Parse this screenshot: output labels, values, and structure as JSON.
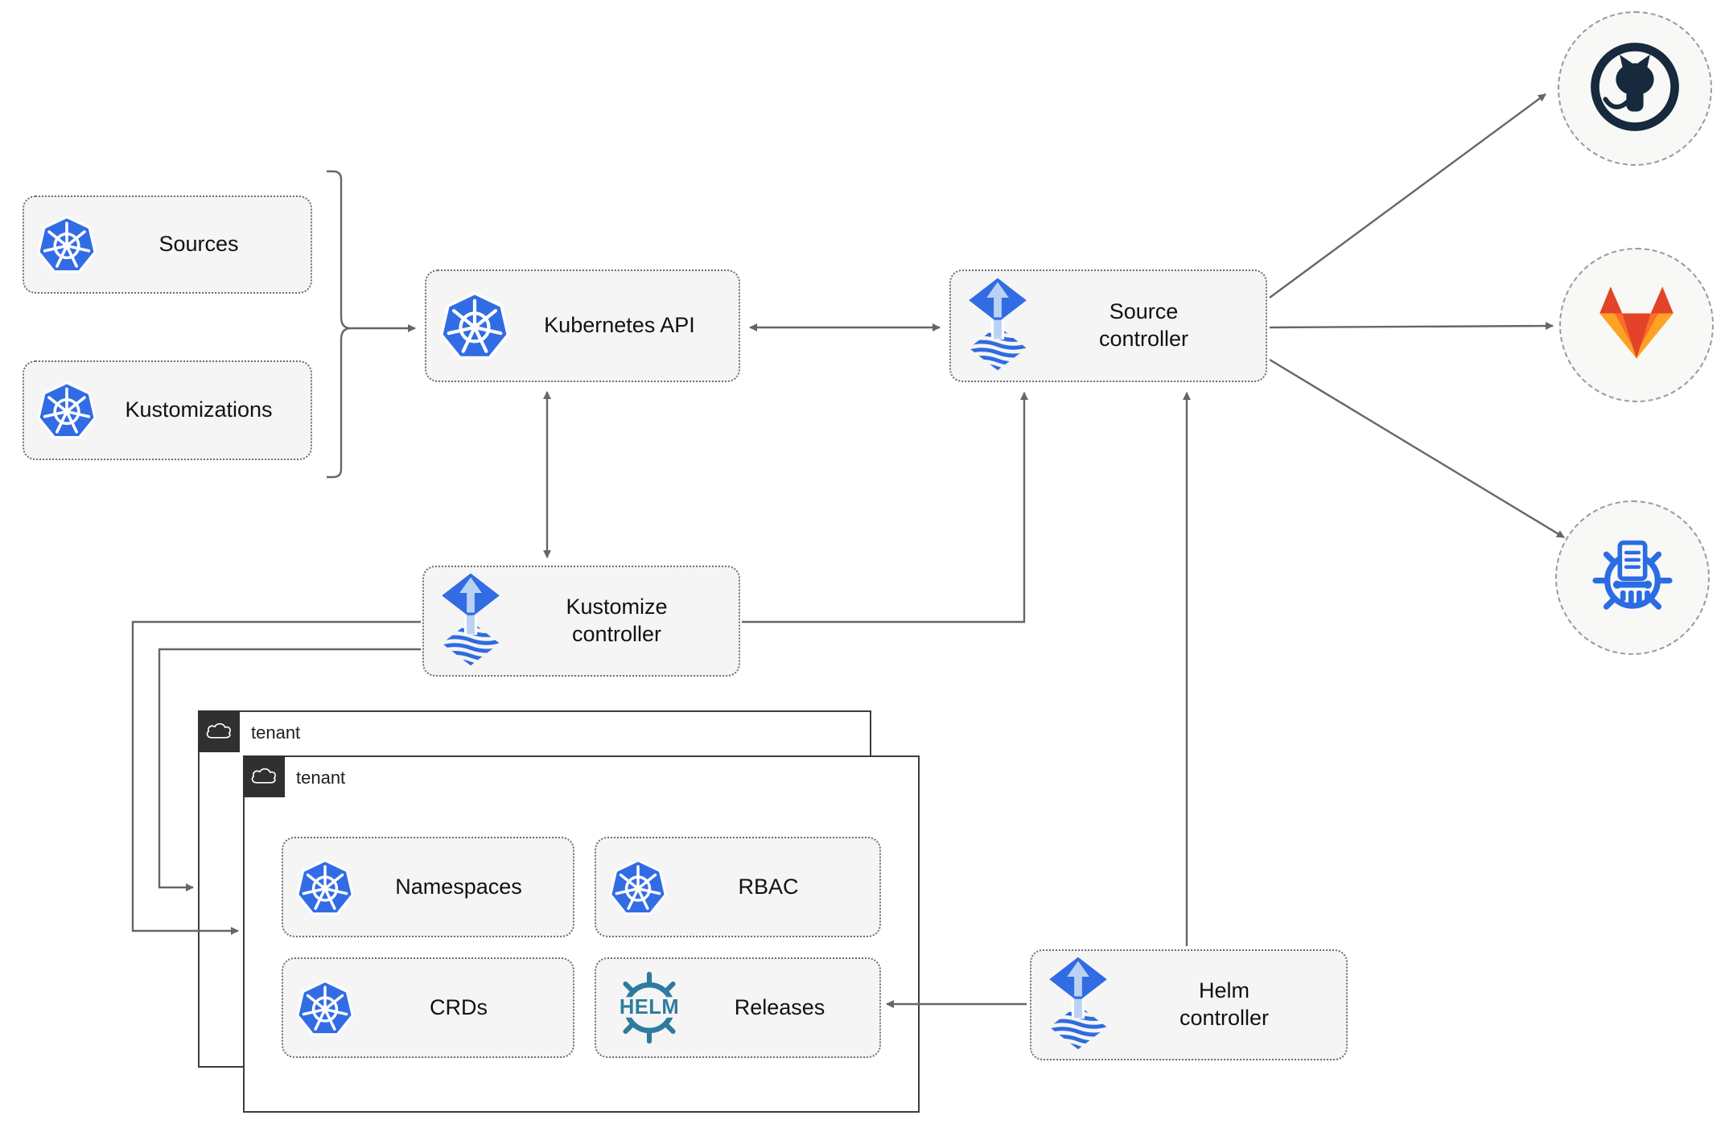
{
  "diagram": {
    "nodes": {
      "sources": {
        "label": "Sources",
        "icon": "kubernetes-icon"
      },
      "kustomizations": {
        "label": "Kustomizations",
        "icon": "kubernetes-icon"
      },
      "kubernetes_api": {
        "label": "Kubernetes API",
        "icon": "kubernetes-icon"
      },
      "source_controller": {
        "label": "Source controller",
        "icon": "flux-icon"
      },
      "kustomize_controller": {
        "label": "Kustomize controller",
        "icon": "flux-icon"
      },
      "helm_controller": {
        "label": "Helm controller",
        "icon": "flux-icon"
      },
      "namespaces": {
        "label": "Namespaces",
        "icon": "kubernetes-icon"
      },
      "rbac": {
        "label": "RBAC",
        "icon": "kubernetes-icon"
      },
      "crds": {
        "label": "CRDs",
        "icon": "kubernetes-icon"
      },
      "releases": {
        "label": "Releases",
        "icon": "helm-icon"
      }
    },
    "containers": {
      "tenant_back": {
        "label": "tenant",
        "icon": "cloud-icon"
      },
      "tenant_front": {
        "label": "tenant",
        "icon": "cloud-icon"
      }
    },
    "repositories": [
      {
        "name": "github",
        "icon": "github-icon"
      },
      {
        "name": "gitlab",
        "icon": "gitlab-icon"
      },
      {
        "name": "chart-repository",
        "icon": "chartmuseum-icon"
      }
    ],
    "helm_logo_text": "HELM",
    "colors": {
      "node_fill": "#f5f5f5",
      "node_border": "#6f6f6f",
      "connector": "#666666",
      "kubernetes_blue": "#326ce5",
      "flux_blue": "#316ce4",
      "flux_light_blue": "#b9d2f4",
      "helm_teal": "#2d7c9e",
      "github_dark": "#16293d",
      "gitlab_red_orange": "#e24329",
      "gitlab_orange": "#fc6d26",
      "gitlab_yellow": "#fca326",
      "chartmuseum_blue": "#2b6ce2",
      "tenant_badge_bg": "#303030",
      "tenant_border": "#3c3c3c"
    }
  }
}
